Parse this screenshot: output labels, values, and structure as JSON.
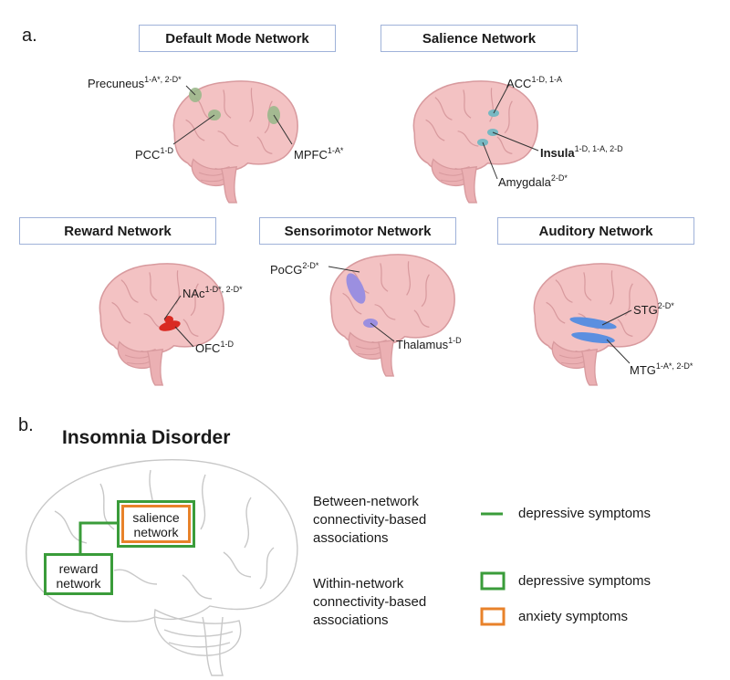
{
  "panel_a": {
    "letter": "a.",
    "networks": {
      "default_mode": "Default Mode Network",
      "salience": "Salience Network",
      "reward": "Reward Network",
      "sensorimotor": "Sensorimotor Network",
      "auditory": "Auditory Network"
    },
    "regions": {
      "precuneus": {
        "name": "Precuneus",
        "sup": "1-A*, 2-D*"
      },
      "pcc": {
        "name": "PCC",
        "sup": "1-D"
      },
      "mpfc": {
        "name": "MPFC",
        "sup": "1-A*"
      },
      "acc": {
        "name": "ACC",
        "sup": "1-D, 1-A"
      },
      "insula": {
        "name": "Insula",
        "sup": "1-D, 1-A, 2-D"
      },
      "amygdala": {
        "name": "Amygdala",
        "sup": "2-D*"
      },
      "nac": {
        "name": "NAc",
        "sup": "1-D*, 2-D*"
      },
      "ofc": {
        "name": "OFC",
        "sup": "1-D"
      },
      "pocg": {
        "name": "PoCG",
        "sup": "2-D*"
      },
      "thalamus": {
        "name": "Thalamus",
        "sup": "1-D"
      },
      "stg": {
        "name": "STG",
        "sup": "2-D*"
      },
      "mtg": {
        "name": "MTG",
        "sup": "1-A*, 2-D*"
      }
    }
  },
  "panel_b": {
    "letter": "b.",
    "title": "Insomnia Disorder",
    "salience_label": "salience network",
    "reward_label": "reward network",
    "legend": {
      "between_heading": "Between-network connectivity-based associations",
      "within_heading": "Within-network connectivity-based associations",
      "between_depressive": "depressive symptoms",
      "within_depressive": "depressive symptoms",
      "within_anxiety": "anxiety symptoms"
    }
  },
  "colors": {
    "brain_fill": "#f3c2c3",
    "brain_stroke": "#d89a9e",
    "box_border": "#9fb2d9",
    "default_mode": "#9bb88c",
    "salience": "#78b8c2",
    "reward": "#d92a22",
    "sensorimotor": "#9b8fe0",
    "auditory": "#5b8fe0",
    "green": "#3a9c3a",
    "orange": "#e8822a",
    "outline_brain": "#c8c8c8"
  }
}
